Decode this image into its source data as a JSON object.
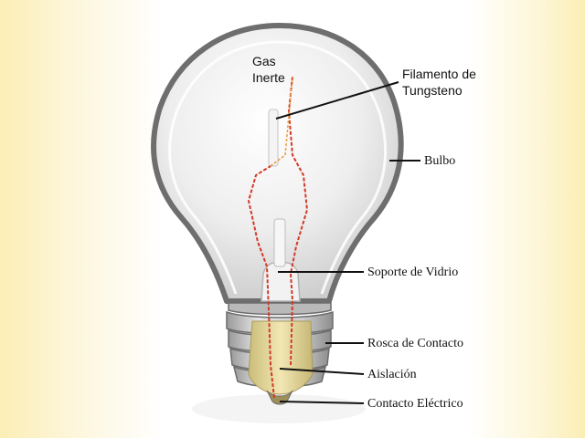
{
  "labels": {
    "gas": "Gas Inerte",
    "filament": "Filamento de Tungsteno",
    "bulb": "Bulbo",
    "glass_support": "Soporte de Vidrio",
    "contact_thread": "Rosca de Contacto",
    "insulation": "Aislación",
    "electrical_contact": "Contacto Eléctrico"
  },
  "colors": {
    "background_edge": "#fbeeb6",
    "glass": "#dcdcdc",
    "glass_outline": "#6e6e6e",
    "filament": "#d23a2a",
    "insulation": "#e9dca0",
    "thread": "#c4c4c4",
    "leader_line": "#111111"
  }
}
